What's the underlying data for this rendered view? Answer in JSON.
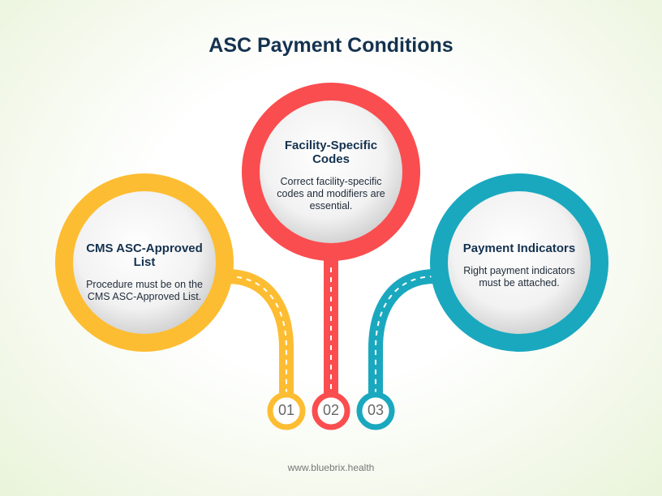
{
  "title": "ASC Payment Conditions",
  "steps": [
    {
      "number": "01",
      "heading": "CMS ASC-Approved List",
      "text": "Procedure must be on the CMS ASC-Approved List.",
      "color": "#fdbd32"
    },
    {
      "number": "02",
      "heading": "Facility-Specific Codes",
      "text": "Correct facility-specific codes and modifiers are essential.",
      "color": "#fa4d4f"
    },
    {
      "number": "03",
      "heading": "Payment Indicators",
      "text": "Right payment indicators must be attached.",
      "color": "#1aa8bf"
    }
  ],
  "footer": "www.bluebrix.health"
}
